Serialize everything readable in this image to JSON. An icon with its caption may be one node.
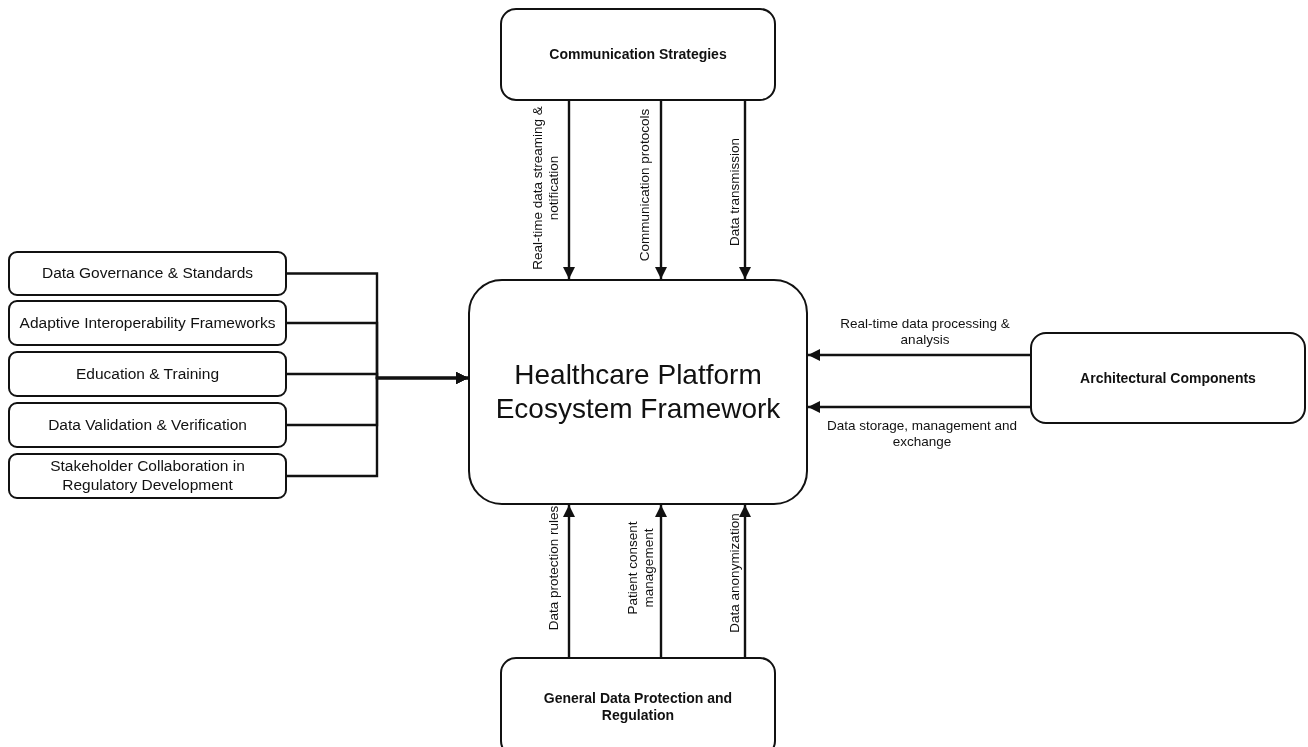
{
  "diagram": {
    "nodes": [
      {
        "text": [
          "Communication Strategies"
        ]
      },
      {
        "text": [
          "Data Governance & Standards"
        ]
      },
      {
        "text": [
          "Adaptive Interoperability Frameworks"
        ]
      },
      {
        "text": [
          "Education & Training"
        ]
      },
      {
        "text": [
          "Data Validation & Verification"
        ]
      },
      {
        "text": [
          "Stakeholder Collaboration in Regulatory Development"
        ]
      },
      {
        "text": [
          "Healthcare Platform Ecosystem Framework"
        ]
      },
      {
        "text": [
          "Architectural Components"
        ]
      },
      {
        "text": [
          "General Data Protection and Regulation"
        ]
      }
    ],
    "edges": [
      {
        "from": 0,
        "to": 6,
        "arrow": "to",
        "label": "Real-time data streaming & notification"
      },
      {
        "from": 0,
        "to": 6,
        "arrow": "to",
        "label": "Communication protocols"
      },
      {
        "from": 0,
        "to": 6,
        "arrow": "to",
        "label": "Data transmission"
      },
      {
        "from": 1,
        "to": 6,
        "arrow": "to"
      },
      {
        "from": 2,
        "to": 6,
        "arrow": "to"
      },
      {
        "from": 3,
        "to": 6,
        "arrow": "to"
      },
      {
        "from": 4,
        "to": 6,
        "arrow": "to"
      },
      {
        "from": 5,
        "to": 6,
        "arrow": "to"
      },
      {
        "from": 7,
        "to": 6,
        "arrow": "to",
        "label": "Real-time data processing & analysis"
      },
      {
        "from": 7,
        "to": 6,
        "arrow": "to",
        "label": "Data storage, management and exchange"
      },
      {
        "from": 8,
        "to": 6,
        "arrow": "to",
        "label": "Data protection rules"
      },
      {
        "from": 8,
        "to": 6,
        "arrow": "to",
        "label": "Patient consent management"
      },
      {
        "from": 8,
        "to": 6,
        "arrow": "to",
        "label": "Data anonymization"
      }
    ]
  }
}
